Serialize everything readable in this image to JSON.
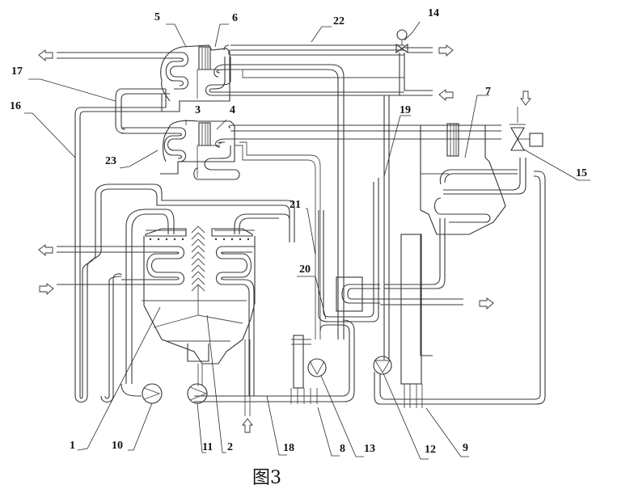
{
  "figure": {
    "caption": "图3"
  },
  "labels": [
    {
      "id": "1",
      "text": "1"
    },
    {
      "id": "2",
      "text": "2"
    },
    {
      "id": "3",
      "text": "3"
    },
    {
      "id": "4",
      "text": "4"
    },
    {
      "id": "5",
      "text": "5"
    },
    {
      "id": "6",
      "text": "6"
    },
    {
      "id": "7",
      "text": "7"
    },
    {
      "id": "8",
      "text": "8"
    },
    {
      "id": "9",
      "text": "9"
    },
    {
      "id": "10",
      "text": "10"
    },
    {
      "id": "11",
      "text": "11"
    },
    {
      "id": "12",
      "text": "12"
    },
    {
      "id": "13",
      "text": "13"
    },
    {
      "id": "14",
      "text": "14"
    },
    {
      "id": "15",
      "text": "15"
    },
    {
      "id": "16",
      "text": "16"
    },
    {
      "id": "17",
      "text": "17"
    },
    {
      "id": "18",
      "text": "18"
    },
    {
      "id": "19",
      "text": "19"
    },
    {
      "id": "20",
      "text": "20"
    },
    {
      "id": "21",
      "text": "21"
    },
    {
      "id": "22",
      "text": "22"
    },
    {
      "id": "23",
      "text": "23"
    }
  ],
  "components": {
    "pumps": [
      "10",
      "11",
      "12",
      "13"
    ],
    "valves": [
      "14",
      "15"
    ],
    "flow_arrows": [
      "out-left-top",
      "out-right-top",
      "in-left-mid",
      "in-top-right",
      "out-left-1",
      "in-left-2",
      "out-right-mid",
      "in-bottom"
    ]
  }
}
